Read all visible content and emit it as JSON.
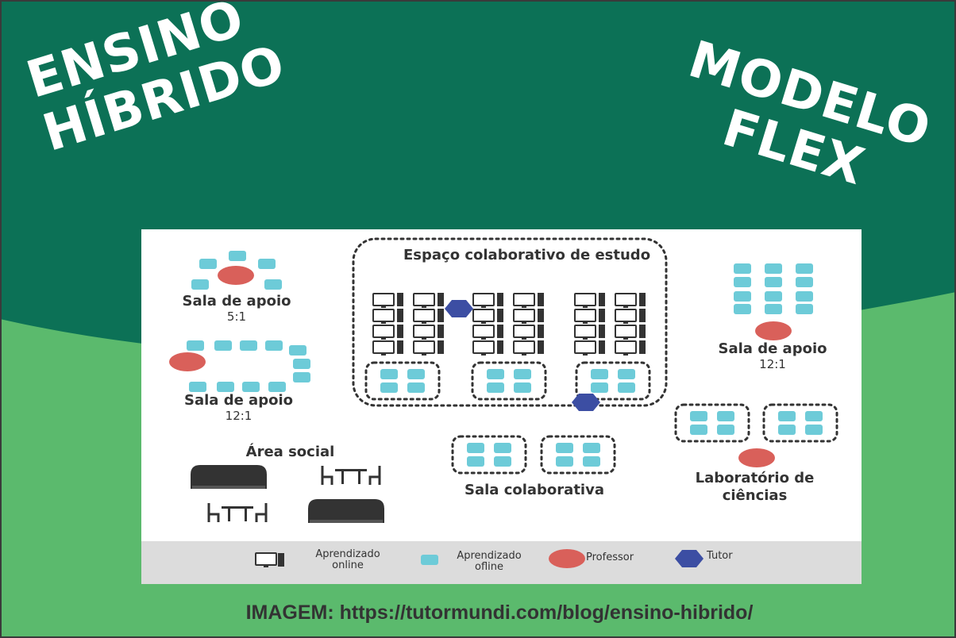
{
  "title_left": [
    "ENSINO",
    "HÍBRIDO"
  ],
  "title_right": [
    "MODELO",
    "FLEX"
  ],
  "caption": "IMAGEM: https://tutormundi.com/blog/ensino-hibrido/",
  "diagram": {
    "collab_space": "Espaço colaborativo de estudo",
    "sala_apoio_top": "Sala de apoio",
    "ratio_top": "5:1",
    "sala_apoio_mid": "Sala de apoio",
    "ratio_mid": "12:1",
    "sala_apoio_right": "Sala de apoio",
    "ratio_right": "12:1",
    "area_social": "Área social",
    "sala_colaborativa": "Sala colaborativa",
    "laboratorio": [
      "Laboratório de",
      "ciências"
    ]
  },
  "legend": {
    "online": [
      "Aprendizado",
      "online"
    ],
    "offline": [
      "Aprendizado",
      "ofline"
    ],
    "professor": "Professor",
    "tutor": "Tutor"
  },
  "colors": {
    "dark_green": "#0c7156",
    "light_green": "#5bba6d",
    "student": "#6dcbd8",
    "professor": "#d9605a",
    "tutor": "#3c4ea3",
    "dark": "#333333"
  }
}
